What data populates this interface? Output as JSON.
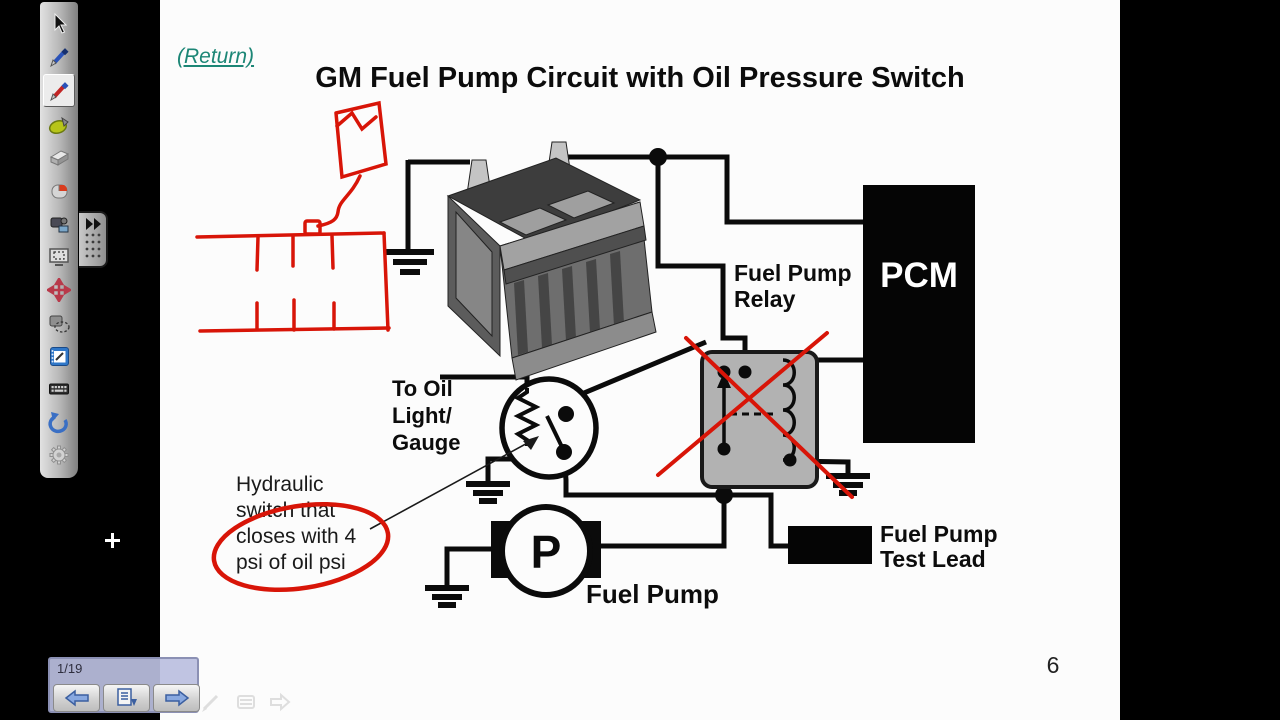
{
  "page": {
    "page_indicator": "1/19",
    "slide_number": "6"
  },
  "header": {
    "return_link": "(Return)",
    "title": "GM Fuel Pump Circuit with Oil Pressure Switch"
  },
  "diagram": {
    "pcm_label": "PCM",
    "relay_label_line1": "Fuel Pump",
    "relay_label_line2": "Relay",
    "oil_label_line1": "To Oil",
    "oil_label_line2": "Light/",
    "oil_label_line3": "Gauge",
    "pump_symbol": "P",
    "pump_label": "Fuel Pump",
    "test_lead_line1": "Fuel Pump",
    "test_lead_line2": "Test Lead",
    "note_line1": "Hydraulic",
    "note_line2": "switch that",
    "note_line3": "closes with 4",
    "note_line4": "psi of oil psi"
  },
  "colors": {
    "annotation_red": "#d81508",
    "link_teal": "#1c8676",
    "wire_black": "#0b0b0b",
    "relay_fill": "#b2b2b2",
    "pcm_fill": "#050505"
  },
  "toolbar": {
    "items": [
      {
        "name": "select-tool"
      },
      {
        "name": "pen-tool"
      },
      {
        "name": "creative-pen-tool",
        "selected": true
      },
      {
        "name": "highlighter-tool"
      },
      {
        "name": "eraser-tool"
      },
      {
        "name": "right-click-tool"
      },
      {
        "name": "video-recorder-tool"
      },
      {
        "name": "screen-capture-tool"
      },
      {
        "name": "move-toolbar-tool"
      },
      {
        "name": "freehand-capture-tool"
      },
      {
        "name": "notebook-tool"
      },
      {
        "name": "keyboard-tool"
      },
      {
        "name": "undo-tool"
      },
      {
        "name": "settings-tool"
      }
    ]
  },
  "nav": {
    "buttons": [
      "previous-page",
      "page-sorter",
      "next-page"
    ]
  }
}
